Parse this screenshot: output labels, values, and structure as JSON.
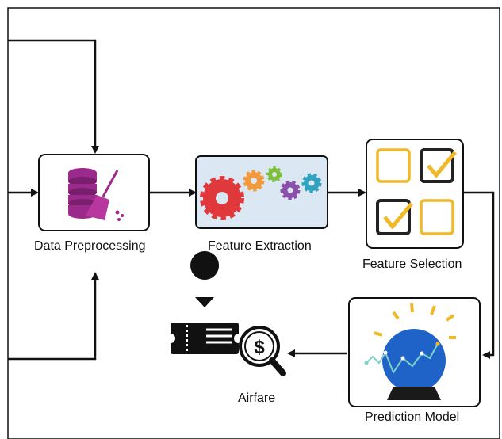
{
  "stages": {
    "preprocessing": {
      "label": "Data Preprocessing",
      "icon": "database-broom-icon"
    },
    "extraction": {
      "label": "Feature Extraction",
      "icon": "gears-icon"
    },
    "selection": {
      "label": "Feature Selection",
      "icon": "checkboxes-icon"
    },
    "model": {
      "label": "Prediction Model",
      "icon": "crystal-ball-icon"
    },
    "output": {
      "label": "Airfare",
      "icon": "plane-ticket-search-icon"
    }
  },
  "colors": {
    "database": "#9c2a8c",
    "gear_red": "#e0393b",
    "gear_orange": "#f29a3b",
    "gear_green": "#7bbf3a",
    "gear_purple": "#8a4fa8",
    "gear_teal": "#2fa3c0",
    "check_yellow": "#f0b92a",
    "ball_blue": "#1f63c9",
    "extraction_bg": "#dce7f4"
  }
}
